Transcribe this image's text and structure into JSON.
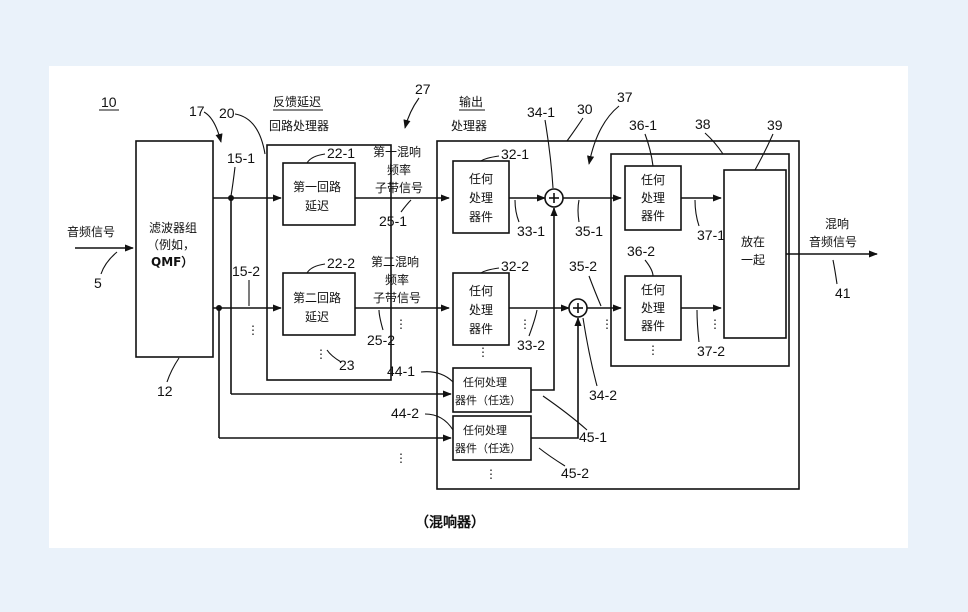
{
  "figure_number": "10",
  "input": {
    "label": "音频信号",
    "ref": "5"
  },
  "filter_bank": {
    "lines": [
      "滤波器组",
      "（例如，",
      "QMF）"
    ],
    "ref": "12"
  },
  "refs": {
    "r17": "17",
    "r20": "20",
    "r27": "27",
    "r30": "30",
    "r37": "37",
    "r38": "38",
    "r39": "39"
  },
  "feedback": {
    "title_line1": "反馈延迟",
    "title_line2": "回路处理器"
  },
  "output_proc": {
    "title_line1": "输出",
    "title_line2": "处理器"
  },
  "tap1": "15-1",
  "tap2": "15-2",
  "loop1": {
    "lines": [
      "第一回路",
      "延迟"
    ],
    "ref": "22-1"
  },
  "loop2": {
    "lines": [
      "第二回路",
      "延迟"
    ],
    "ref": "22-2"
  },
  "ref23": "23",
  "sub1": {
    "lines": [
      "第一混响",
      "频率",
      "子带信号"
    ],
    "ref": "25-1"
  },
  "sub2": {
    "lines": [
      "第二混响",
      "频率",
      "子带信号"
    ],
    "ref": "25-2"
  },
  "proc1": {
    "lines": [
      "任何",
      "处理",
      "器件"
    ],
    "ref": "32-1",
    "out_ref": "33-1"
  },
  "proc2": {
    "lines": [
      "任何",
      "处理",
      "器件"
    ],
    "ref": "32-2",
    "out_ref": "33-2"
  },
  "opt1": {
    "line1": "任何处理",
    "line2": "器件（任选）",
    "in_ref": "44-1",
    "out_ref": "45-1"
  },
  "opt2": {
    "line1": "任何处理",
    "line2": "器件（任选）",
    "in_ref": "44-2",
    "out_ref": "45-2"
  },
  "adder1": {
    "ref": "34-1",
    "out_ref": "35-1"
  },
  "adder2": {
    "ref": "34-2",
    "out_ref": "35-2"
  },
  "proc3": {
    "lines": [
      "任何",
      "处理",
      "器件"
    ],
    "ref": "36-1",
    "out_ref": "37-1"
  },
  "proc4": {
    "lines": [
      "任何",
      "处理",
      "器件"
    ],
    "ref": "36-2",
    "out_ref": "37-2"
  },
  "combine": {
    "lines": [
      "放在",
      "一起"
    ]
  },
  "output": {
    "lines": [
      "混响",
      "音频信号"
    ],
    "ref": "41"
  },
  "caption": "（混响器）"
}
